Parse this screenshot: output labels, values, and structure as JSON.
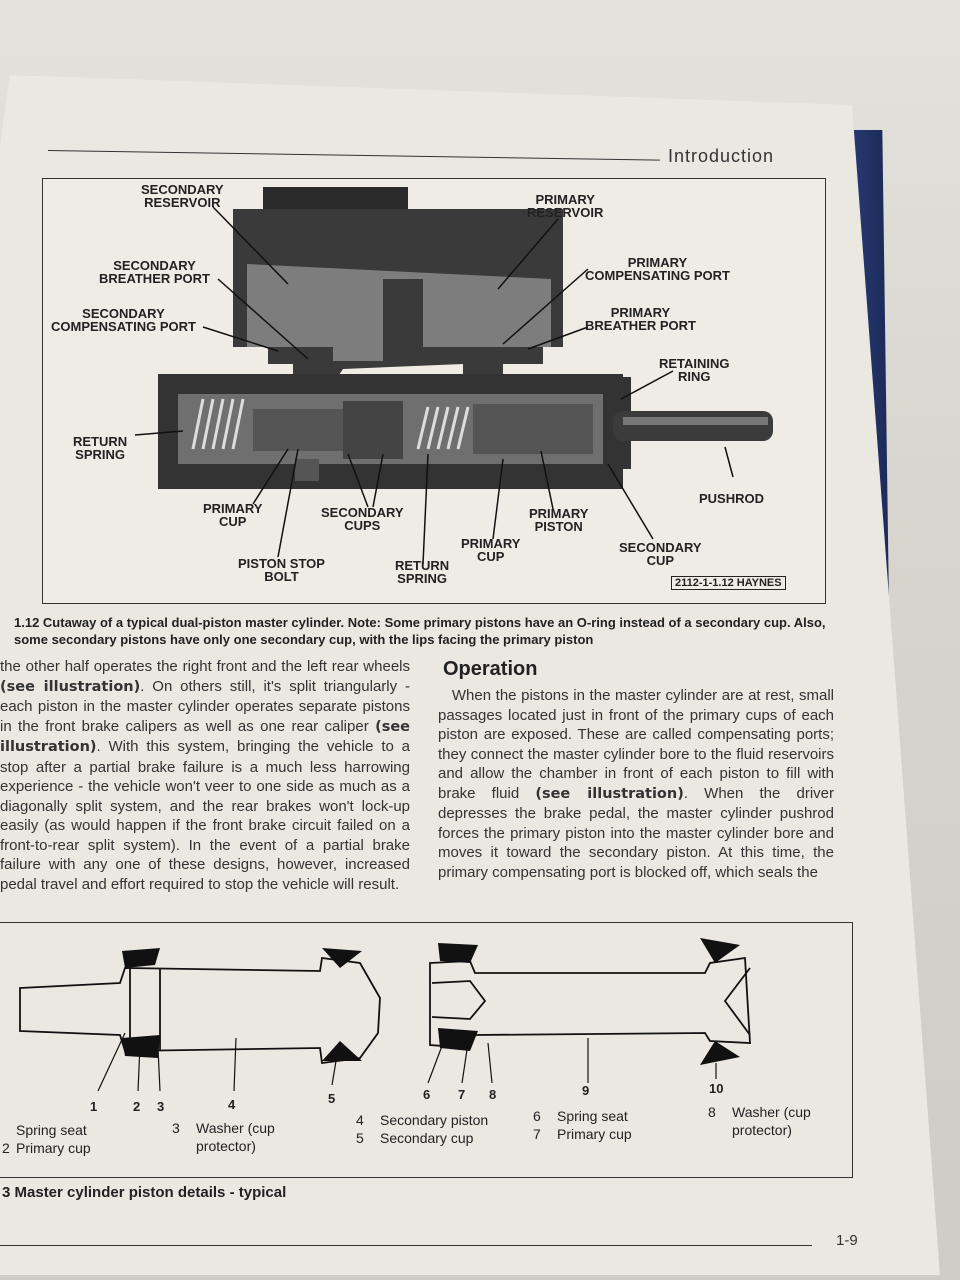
{
  "header": {
    "title": "Introduction"
  },
  "figure1": {
    "labels": {
      "secondary_reservoir": "SECONDARY\nRESERVOIR",
      "primary_reservoir": "PRIMARY\nRESERVOIR",
      "secondary_breather_port": "SECONDARY\nBREATHER PORT",
      "primary_compensating_port": "PRIMARY\nCOMPENSATING PORT",
      "secondary_compensating_port": "SECONDARY\nCOMPENSATING PORT",
      "primary_breather_port": "PRIMARY\nBREATHER PORT",
      "retaining_ring": "RETAINING\nRING",
      "return_spring_left": "RETURN\nSPRING",
      "pushrod": "PUSHROD",
      "primary_cup_left": "PRIMARY\nCUP",
      "secondary_cups": "SECONDARY\nCUPS",
      "primary_piston": "PRIMARY\nPISTON",
      "primary_cup_mid": "PRIMARY\nCUP",
      "secondary_cup": "SECONDARY\nCUP",
      "piston_stop_bolt": "PISTON STOP\nBOLT",
      "return_spring_mid": "RETURN\nSPRING"
    },
    "tag": "2112-1-1.12 HAYNES",
    "caption": "1.12 Cutaway of a typical dual-piston master cylinder. Note: Some primary pistons have an O-ring instead of a secondary cup. Also, some secondary pistons have only one secondary cup, with the lips facing the primary piston"
  },
  "left_column": {
    "p1": "the other half operates the right front and the left rear wheels ",
    "ref1": "(see illustration)",
    "p2": ". On others still, it's split triangularly - each piston in the master cylinder operates separate pistons in the front brake calipers as well as one rear caliper ",
    "ref2": "(see illustration)",
    "p3": ". With this system, bringing the vehicle to a stop after a partial brake failure is a much less harrowing experience - the vehicle won't veer to one side as much as a diagonally split system, and the rear brakes won't lock-up easily (as would happen if the front brake circuit failed on a front-to-rear split system). In the event of a partial brake failure with any one of these designs, however, increased pedal travel and effort required to stop the vehicle will result."
  },
  "right_column": {
    "heading": "Operation",
    "p1": "When the pistons in the master cylinder are at rest, small passages located just in front of the primary cups of each piston are exposed. These are called compensating ports; they connect the master cylinder bore to the fluid reservoirs and allow the chamber in front of each piston to fill with brake fluid ",
    "ref1": "(see illustration)",
    "p2": ". When the driver depresses the brake pedal, the master cylinder pushrod forces the primary piston into the master cylinder bore and moves it toward the secondary piston. At this time, the primary compensating port is blocked off, which seals the"
  },
  "figure2": {
    "numbers": [
      "1",
      "2",
      "3",
      "4",
      "5",
      "6",
      "7",
      "8",
      "9",
      "10"
    ],
    "legend": {
      "a1": "Spring seat",
      "a2": "Primary cup",
      "a2_num": "2",
      "b_num": "3",
      "b_text": "Washer (cup\nprotector)",
      "c1_num": "4",
      "c1": "Secondary piston",
      "c2_num": "5",
      "c2": "Secondary cup",
      "d1_num": "6",
      "d1": "Spring seat",
      "d2_num": "7",
      "d2": "Primary cup",
      "e_num": "8",
      "e_text": "Washer (cup\nprotector)"
    },
    "caption": "3 Master cylinder piston details - typical"
  },
  "footer": {
    "page_number": "1-9"
  }
}
